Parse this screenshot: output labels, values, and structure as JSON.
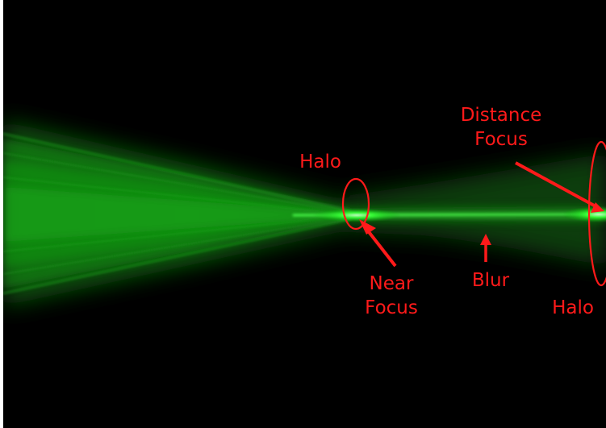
{
  "colors": {
    "background": "#000000",
    "beam": "#1fd11f",
    "annotation": "#ff1a1a"
  },
  "labels": {
    "halo_near": "Halo",
    "near_focus_line1": "Near",
    "near_focus_line2": "Focus",
    "blur": "Blur",
    "distance_focus_line1": "Distance",
    "distance_focus_line2": "Focus",
    "halo_far": "Halo"
  }
}
